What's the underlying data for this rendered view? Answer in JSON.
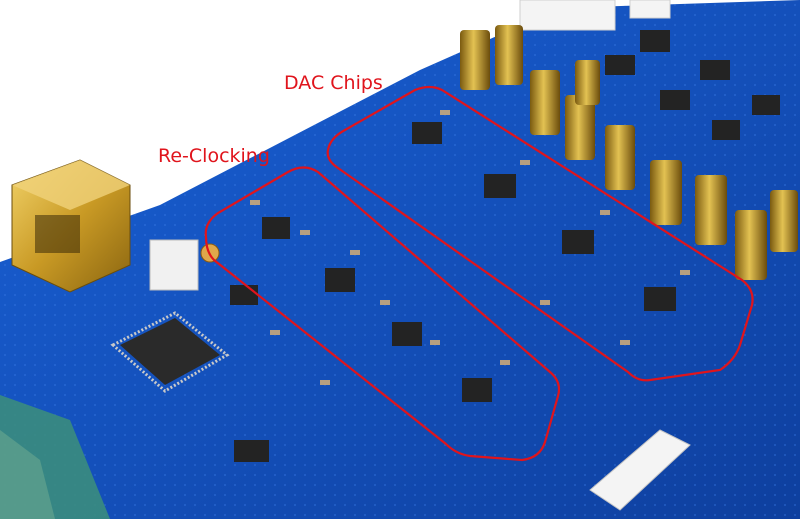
{
  "annotations": {
    "dac_chips": "DAC Chips",
    "re_clocking": "Re-Clocking"
  },
  "colors": {
    "board": "#1656c8",
    "board_dark": "#0e3f9e",
    "annotation": "#e0141c",
    "connector_gold": "#d8b23a",
    "capacitor_gold": "#c9a12b"
  },
  "icons": [
    "usb-b-connector",
    "qfp-chip",
    "ic-chip",
    "capacitor",
    "header-connector"
  ]
}
